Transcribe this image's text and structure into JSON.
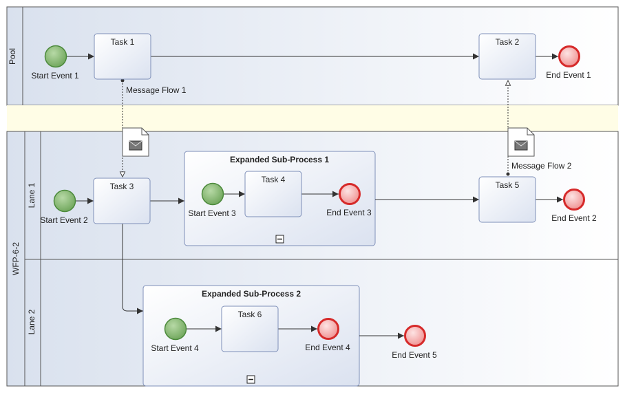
{
  "pool_top": {
    "label": "Pool"
  },
  "pool_bottom": {
    "label": "WFP-6-2"
  },
  "lanes": [
    {
      "label": "Lane 1"
    },
    {
      "label": "Lane 2"
    }
  ],
  "tasks": {
    "task1": "Task 1",
    "task2": "Task 2",
    "task3": "Task 3",
    "task4": "Task 4",
    "task5": "Task 5",
    "task6": "Task 6"
  },
  "subprocesses": {
    "sp1": "Expanded Sub-Process 1",
    "sp2": "Expanded Sub-Process 2"
  },
  "start_events": {
    "se1": "Start Event 1",
    "se2": "Start Event 2",
    "se3": "Start Event 3",
    "se4": "Start Event 4"
  },
  "end_events": {
    "ee1": "End Event 1",
    "ee2": "End Event 2",
    "ee3": "End Event 3",
    "ee4": "End Event 4",
    "ee5": "End Event 5"
  },
  "message_flows": {
    "mf1": "Message Flow 1",
    "mf2": "Message Flow 2"
  },
  "colors": {
    "start_fill": "#7fb36a",
    "start_stroke": "#4c8a3c",
    "end_fill": "#f2a3a3",
    "end_stroke": "#d62a2a",
    "gap_band": "#fffde6",
    "lane_border": "#5a5a5a"
  },
  "icons": {
    "message": "envelope-icon",
    "collapse": "minus-box-icon"
  }
}
